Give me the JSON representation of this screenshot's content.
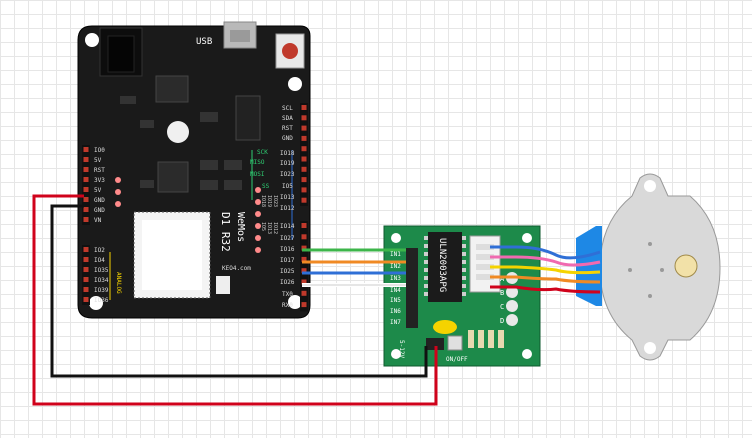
{
  "colors": {
    "board": "#1a1a1a",
    "module": "#1d8a4a",
    "motor": "#d8d8d8",
    "motor_cap": "#1e88e5",
    "wire_red": "#d0021b",
    "wire_black": "#111111",
    "wire_green": "#3cb54a",
    "wire_orange": "#f08a24",
    "wire_blue": "#2f6fd6",
    "wire_white": "#ffffff",
    "wire_yellow": "#f5d300",
    "wire_pink": "#f06ab0",
    "header_pin": "#c0392b"
  },
  "board": {
    "usb_label": "USB",
    "brand_line1": "D1 R32",
    "brand_line2": "WeMos",
    "site": "KEO4.com",
    "left_header_top": [
      "IO0",
      "5V",
      "RST",
      "3V3",
      "5V",
      "GND",
      "GND",
      "VN"
    ],
    "left_header_bottom": [
      "IO2",
      "IO4",
      "IO35",
      "IO34",
      "IO39",
      "IO36"
    ],
    "analog_label": "ANALOG",
    "right_header_top": [
      "SCL",
      "SDA",
      "RST",
      "GND",
      "IO18",
      "IO19",
      "IO23",
      "IO5",
      "IO13",
      "IO12"
    ],
    "right_header_bottom": [
      "IO14",
      "IO27",
      "IO16",
      "IO17",
      "IO25",
      "IO26",
      "TX0",
      "RX0"
    ],
    "spi_labels": [
      "SCK",
      "MISO",
      "MOSI",
      "SS"
    ],
    "middle_pin_labels": [
      "IO18",
      "IO19",
      "IO23",
      "IO5",
      "IO13",
      "IO12"
    ]
  },
  "driver": {
    "chip_label": "ULN2003APG",
    "inputs": [
      "IN1",
      "IN2",
      "IN3",
      "IN4",
      "IN5",
      "IN6",
      "IN7"
    ],
    "led_labels": [
      "A",
      "B",
      "C",
      "D"
    ],
    "power_label": "5-12V",
    "switch_label": "ON/OFF"
  }
}
